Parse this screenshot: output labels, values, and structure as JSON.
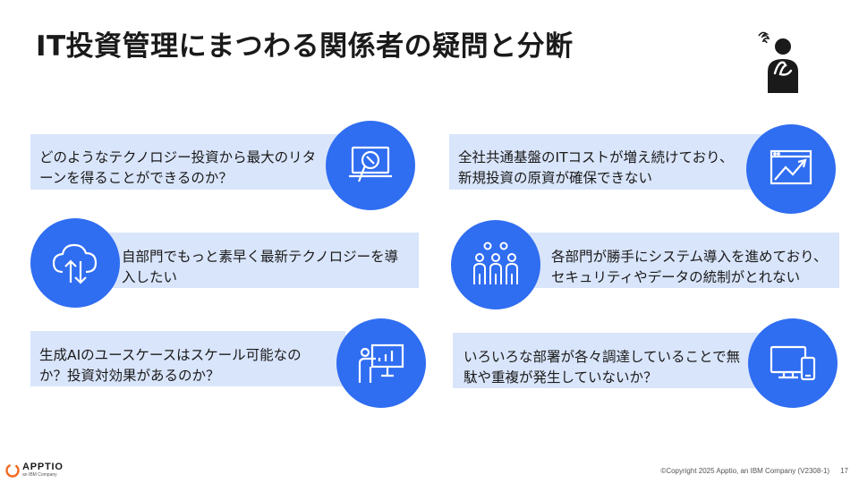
{
  "slide": {
    "title": "IT投資管理にまつわる関係者の疑問と分断",
    "page_number": "17"
  },
  "questions": [
    {
      "text": "どのようなテクノロジー投資から最大のリターンを得ることができるのか？",
      "icon": "laptop-magnifier-icon"
    },
    {
      "text": "全社共通基盤のITコストが増え続けており、新規投資の原資が確保できない",
      "icon": "growth-chart-icon"
    },
    {
      "text": "自部門でもっと素早く最新テクノロジーを導入したい",
      "icon": "cloud-transfer-icon"
    },
    {
      "text": "各部門が勝手にシステム導入を進めており、セキュリティやデータの統制がとれない",
      "icon": "people-group-icon"
    },
    {
      "text": "生成AIのユースケースはスケール可能なのか？投資対効果があるのか？",
      "icon": "presentation-icon"
    },
    {
      "text": "いろいろな部署が各々調達していることで無駄や重複が発生していないか？",
      "icon": "devices-icon"
    }
  ],
  "brand": {
    "name": "APPTIO",
    "sub": "an IBM Company",
    "accent": "#2f6df1",
    "card_bg": "#d9e5fb",
    "logo_orange": "#f26a21"
  },
  "footer": {
    "copyright": "©Copyright 2025 Apptio, an IBM Company (V2308-1)"
  }
}
